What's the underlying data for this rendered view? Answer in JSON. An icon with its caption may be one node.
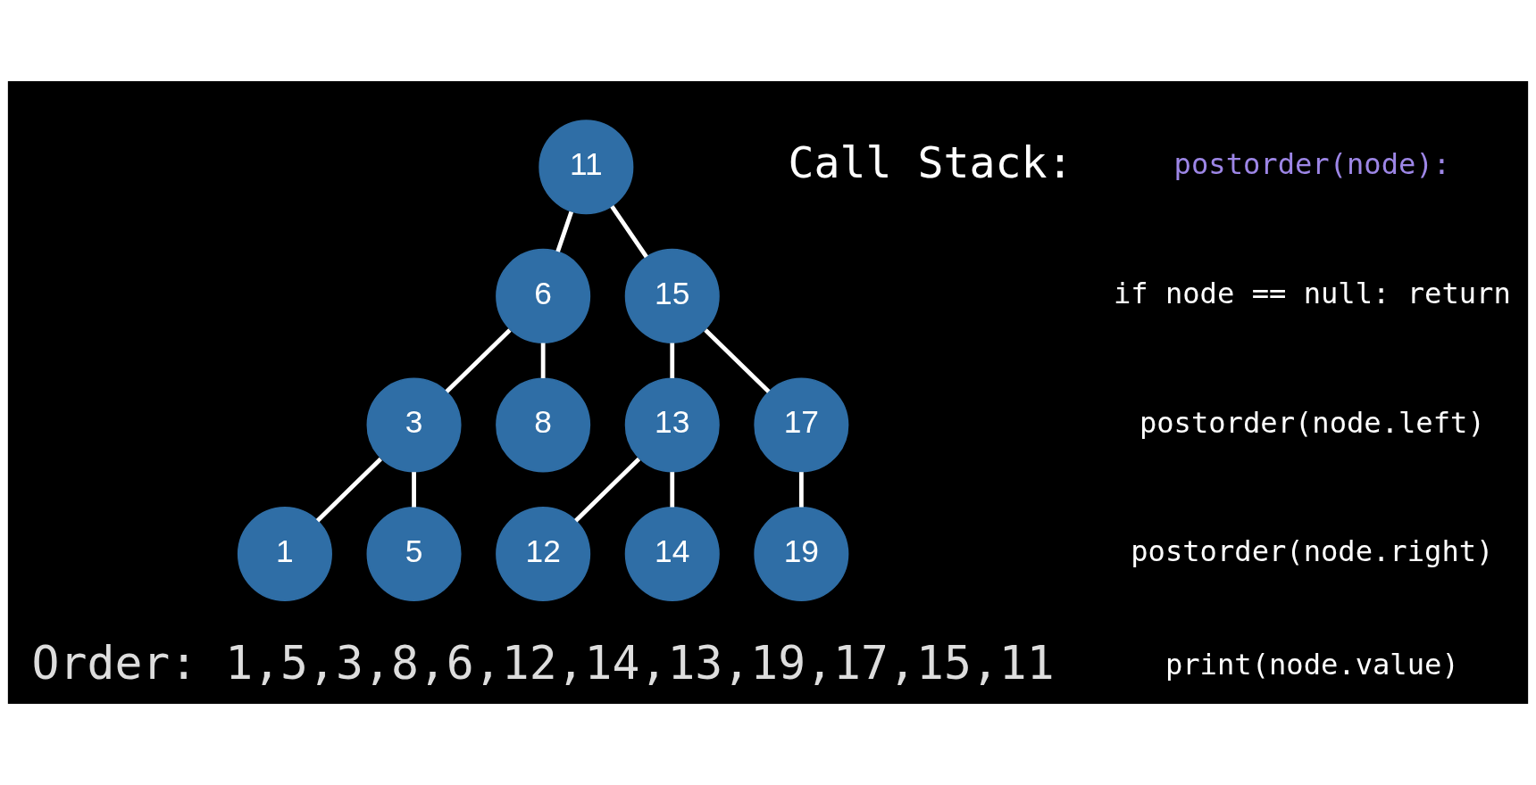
{
  "diagram": {
    "nodes": [
      {
        "text": [
          "11"
        ]
      },
      {
        "text": [
          "6"
        ]
      },
      {
        "text": [
          "15"
        ]
      },
      {
        "text": [
          "3"
        ]
      },
      {
        "text": [
          "8"
        ]
      },
      {
        "text": [
          "13"
        ]
      },
      {
        "text": [
          "17"
        ]
      },
      {
        "text": [
          "1"
        ]
      },
      {
        "text": [
          "5"
        ]
      },
      {
        "text": [
          "12"
        ]
      },
      {
        "text": [
          "14"
        ]
      },
      {
        "text": [
          "19"
        ]
      }
    ],
    "edges": [
      {
        "from": 0,
        "to": 1,
        "arrow": "none"
      },
      {
        "from": 0,
        "to": 2,
        "arrow": "none"
      },
      {
        "from": 1,
        "to": 3,
        "arrow": "none"
      },
      {
        "from": 1,
        "to": 4,
        "arrow": "none"
      },
      {
        "from": 2,
        "to": 5,
        "arrow": "none"
      },
      {
        "from": 2,
        "to": 6,
        "arrow": "none"
      },
      {
        "from": 3,
        "to": 7,
        "arrow": "none"
      },
      {
        "from": 3,
        "to": 8,
        "arrow": "none"
      },
      {
        "from": 5,
        "to": 9,
        "arrow": "none"
      },
      {
        "from": 5,
        "to": 10,
        "arrow": "none"
      },
      {
        "from": 6,
        "to": 11,
        "arrow": "none"
      }
    ],
    "labels": [
      "postorder(node):",
      "if node == null: return",
      "postorder(node.left)",
      "postorder(node.right)",
      "print(node.value)",
      "Call Stack:",
      "Order: 1,5,3,8,6,12,14,13,19,17,15,11"
    ]
  }
}
